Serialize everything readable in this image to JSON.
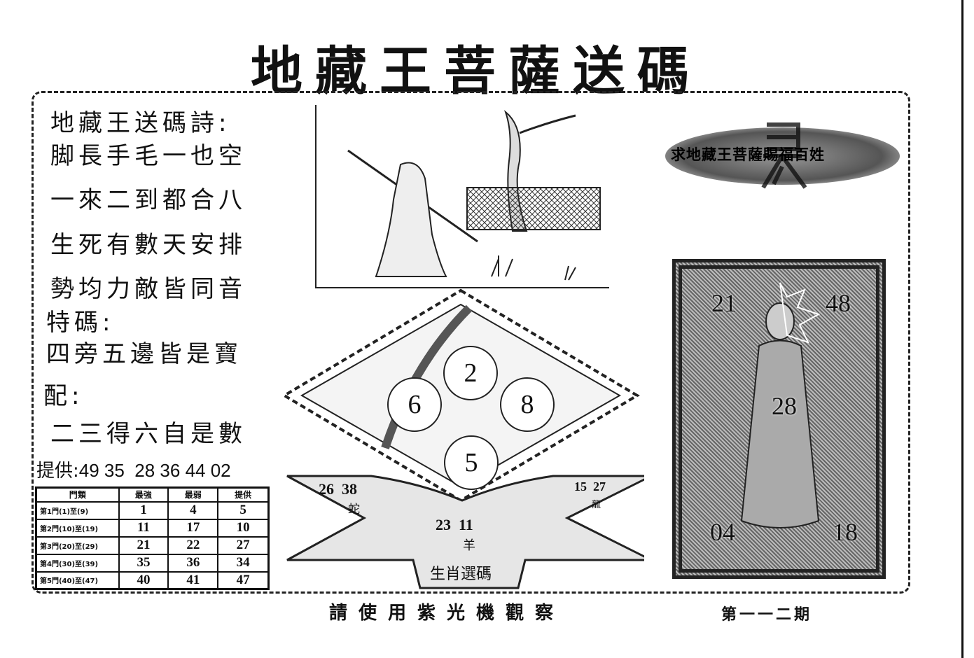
{
  "title": "地藏王菩薩送碼",
  "poem": {
    "heading": "地藏王送碼詩:",
    "lines": [
      "脚長手毛一也空",
      "一來二到都合八",
      "生死有數天安排",
      "勢均力敵皆同音"
    ]
  },
  "special": {
    "label": "特碼:",
    "text": "四旁五邊皆是寶"
  },
  "pair": {
    "label": "配:",
    "text": "二三得六自是數"
  },
  "provide": {
    "label": "提供:",
    "numbers": "49 35  28 36 44 02"
  },
  "table": {
    "headers": [
      "門類",
      "最強",
      "最弱",
      "提供"
    ],
    "rows": [
      [
        "第1門(1)至(9)",
        "1",
        "4",
        "5"
      ],
      [
        "第2門(10)至(19)",
        "11",
        "17",
        "10"
      ],
      [
        "第3門(20)至(29)",
        "21",
        "22",
        "27"
      ],
      [
        "第4門(30)至(39)",
        "35",
        "36",
        "34"
      ],
      [
        "第5門(40)至(47)",
        "40",
        "41",
        "47"
      ]
    ]
  },
  "diamond": {
    "numbers": [
      "2",
      "6",
      "8",
      "5"
    ]
  },
  "zodiac": {
    "left": {
      "nums": "26  38",
      "animal": "蛇"
    },
    "right": {
      "nums": "15  27",
      "animal": "龍"
    },
    "center": {
      "nums": "23  11",
      "animal": "羊"
    },
    "label": "生肖選碼"
  },
  "seal": {
    "text": "求地藏王菩薩賜福百姓",
    "glyph": "灵"
  },
  "panel": {
    "tl": "21",
    "tr": "48",
    "center": "28",
    "bl": "04",
    "br": "18"
  },
  "footer": {
    "note": "請使用紫光機觀察",
    "issue": "第一一二期"
  }
}
